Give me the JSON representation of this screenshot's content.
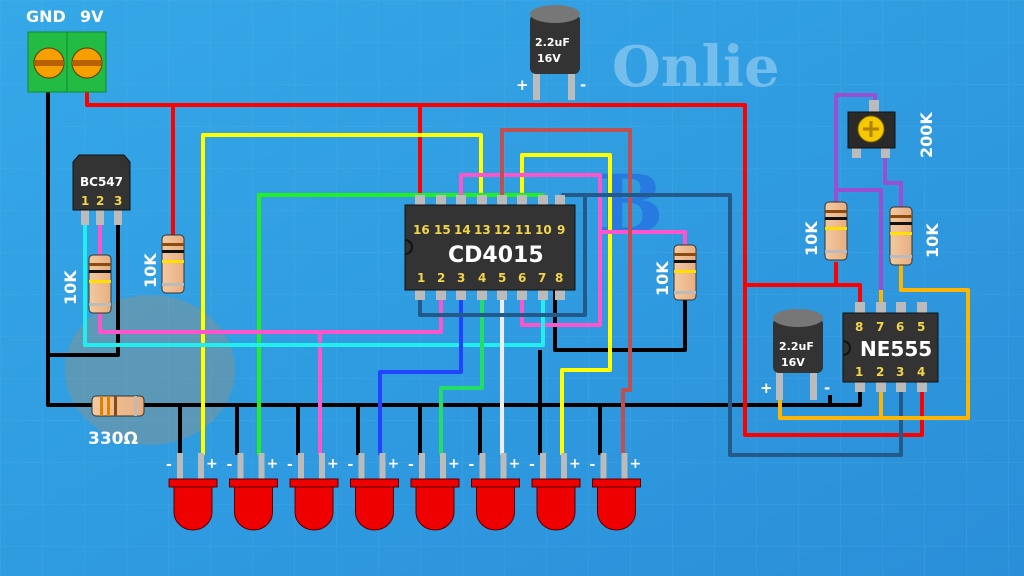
{
  "colors": {
    "background": "#2f9de2",
    "wire_vcc": "#ff0000",
    "wire_gnd": "#000000",
    "wire_yellow": "#ffff00",
    "wire_green": "#22ee22",
    "wire_pink": "#ff55cc",
    "wire_cyan": "#22eeee",
    "wire_blue": "#2244ff",
    "wire_white": "#eeeeee",
    "wire_brown": "#c05050",
    "wire_darkblue": "#245a8a",
    "wire_purple": "#9a4fd0",
    "wire_orange": "#ffb400",
    "led": "#ee0000",
    "terminal": "#22bb44"
  },
  "power": {
    "gnd_label": "GND",
    "vcc_label": "9V"
  },
  "transistor": {
    "label": "BC547",
    "pins": [
      "1",
      "2",
      "3"
    ]
  },
  "resistors": {
    "r_base": "10K",
    "r_vcc": "10K",
    "r_mid": "10K",
    "r_555a": "10K",
    "r_555b": "10K",
    "r_led": "330Ω"
  },
  "potentiometer": {
    "label": "200K"
  },
  "cap_top": {
    "value": "2.2uF",
    "voltage": "16V",
    "plus": "+",
    "minus": "-"
  },
  "cap_555": {
    "value": "2.2uF",
    "voltage": "16V",
    "plus": "+",
    "minus": "-"
  },
  "cd4015": {
    "label": "CD4015",
    "top_pins": [
      "16",
      "15",
      "14",
      "13",
      "12",
      "11",
      "10",
      "9"
    ],
    "bottom_pins": [
      "1",
      "2",
      "3",
      "4",
      "5",
      "6",
      "7",
      "8"
    ]
  },
  "ne555": {
    "label": "NE555",
    "top_pins": [
      "8",
      "7",
      "6",
      "5"
    ],
    "bottom_pins": [
      "1",
      "2",
      "3",
      "4"
    ]
  },
  "leds": {
    "count": 8,
    "minus": "-",
    "plus": "+"
  },
  "watermark": {
    "text": "Onlie"
  }
}
